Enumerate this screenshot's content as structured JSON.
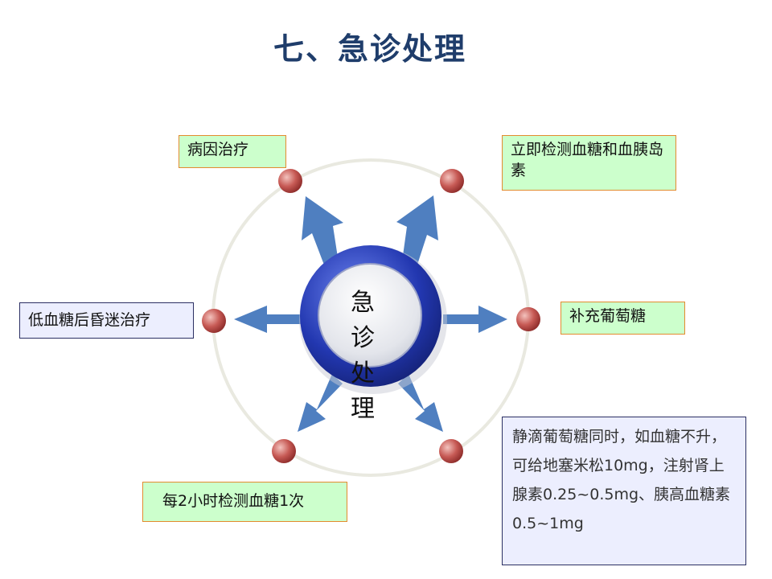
{
  "title": "七、急诊处理",
  "center": {
    "line1": "急 诊",
    "line2": "处 理"
  },
  "nodes": [
    {
      "text": "病因治疗"
    },
    {
      "text": "立即检测血糖和血胰岛素"
    },
    {
      "text": "低血糖后昏迷治疗"
    },
    {
      "text": "补充葡萄糖"
    },
    {
      "text": "每2小时检测血糖1次"
    },
    {
      "text": "静滴葡萄糖同时，如血糖不升，可给地塞米松10mg，注射肾上腺素0.25~0.5mg、胰高血糖素0.5~1mg"
    }
  ],
  "colors": {
    "title": "#1f3d6b",
    "arrow": "#4f7fc0",
    "dot": "#c75a55",
    "ring": "#e9e9e0",
    "hub_outer": "#1e2f9e",
    "hub_inner": "#e4e6ec",
    "box_green": "#ccffcc",
    "box_lavender": "#eceefe"
  }
}
